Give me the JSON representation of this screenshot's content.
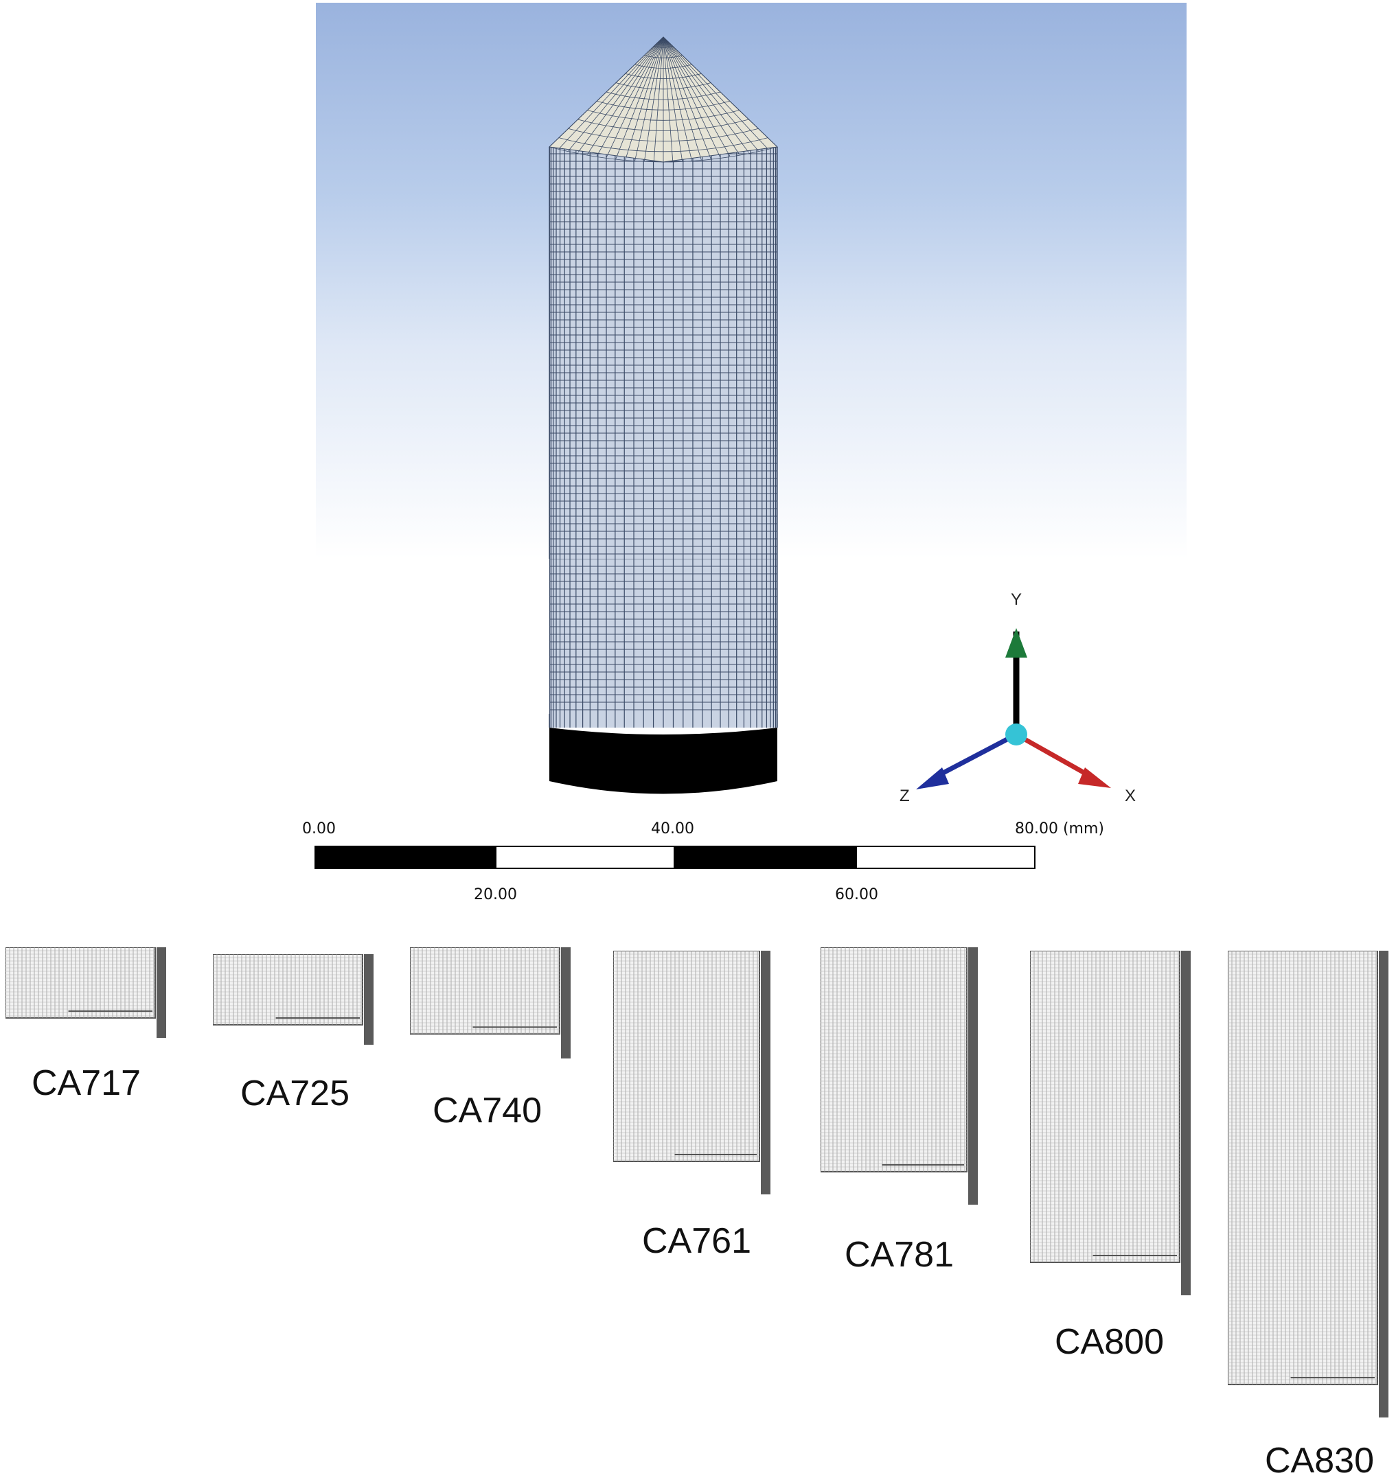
{
  "axes_triad": {
    "y_label": "Y",
    "x_label": "X",
    "z_label": "Z",
    "colors": {
      "y": "#1d7a3a",
      "x": "#c62828",
      "z": "#1f2f9c",
      "origin": "#35c3d6"
    }
  },
  "scale_bar": {
    "top_labels": [
      "0.00",
      "40.00",
      "80.00 (mm)"
    ],
    "bottom_labels": [
      "20.00",
      "60.00"
    ]
  },
  "mesh_cases": [
    {
      "label": "CA717"
    },
    {
      "label": "CA725"
    },
    {
      "label": "CA740"
    },
    {
      "label": "CA761"
    },
    {
      "label": "CA781"
    },
    {
      "label": "CA800"
    },
    {
      "label": "CA830"
    }
  ],
  "colors": {
    "mesh_line": "#3a4a66",
    "mesh_fill": "#c9d3e3",
    "cone_fill": "#e6e4d6",
    "base_band": "#000000",
    "section_fill": "#f2f2f2",
    "section_line": "#555555"
  }
}
